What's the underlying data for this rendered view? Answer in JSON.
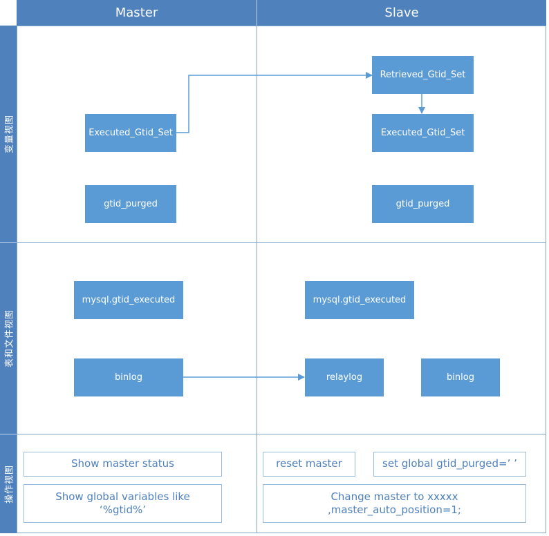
{
  "headers": {
    "master": "Master",
    "slave": "Slave"
  },
  "lanes": {
    "variables": "变量视图",
    "tables_files": "表和文件视图",
    "operations": "操作视图"
  },
  "master": {
    "executed_gtid_set": "Executed_Gtid_Set",
    "gtid_purged": "gtid_purged",
    "mysql_gtid_executed": "mysql.gtid_executed",
    "binlog": "binlog"
  },
  "slave": {
    "retrieved_gtid_set": "Retrieved_Gtid_Set",
    "executed_gtid_set": "Executed_Gtid_Set",
    "gtid_purged": "gtid_purged",
    "mysql_gtid_executed": "mysql.gtid_executed",
    "relaylog": "relaylog",
    "binlog": "binlog"
  },
  "operations": {
    "master": {
      "show_master_status": "Show master status",
      "show_global_variables": "Show global variables like ‘%gtid%’"
    },
    "slave": {
      "reset_master": "reset master",
      "set_gtid_purged": "set global gtid_purged=’ ’",
      "change_master": "Change master to xxxxx ,master_auto_position=1;"
    }
  },
  "colors": {
    "header": "#4f81bd",
    "box": "#5b9bd5",
    "line": "#5b9bd5",
    "op_text": "#4f81bd"
  }
}
